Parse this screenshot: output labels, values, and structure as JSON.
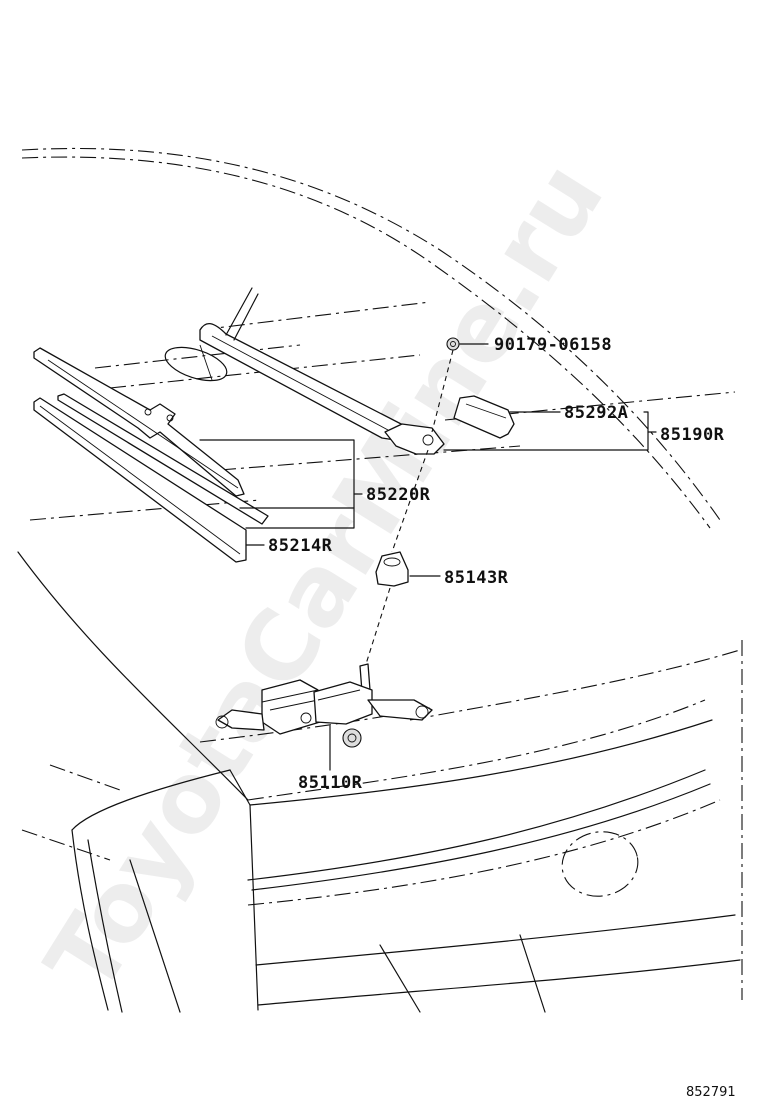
{
  "watermark": "ToyotaCarMine.ru",
  "diagram_code": "852791",
  "parts": {
    "nut": "90179-06158",
    "cover": "85292A",
    "arm": "85190R",
    "blade": "85220R",
    "rubber": "85214R",
    "cap": "85143R",
    "motor": "85110R"
  }
}
